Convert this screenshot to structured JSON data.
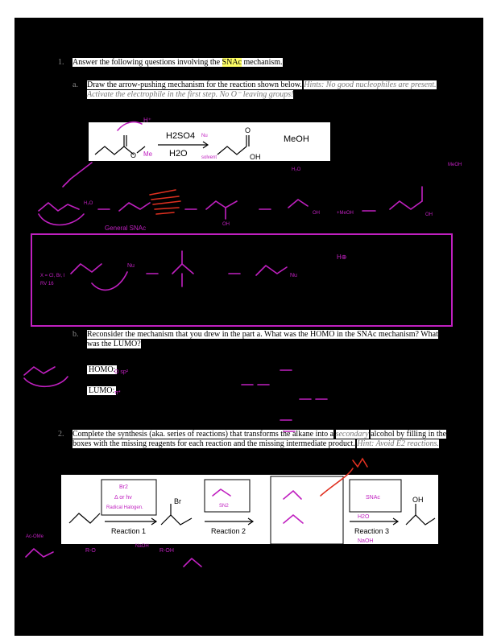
{
  "q1": {
    "number": "1.",
    "text_before": "Answer the following questions involving the ",
    "highlight": "SNAc",
    "text_after": " mechanism."
  },
  "q1a": {
    "letter": "a.",
    "text": "Draw the arrow-pushing mechanism for the reaction shown below.",
    "hint": "Hints: No good nucleophiles are present. Activate the electrophile in the first step. No O⁻ leaving groups!"
  },
  "reaction": {
    "reagent_top": "H2SO4",
    "reagent_bottom": "H2O",
    "nu_note": "Nu",
    "solvent_note": "solvent",
    "side_product": "MeOH",
    "h_plus": "H⁺",
    "me": "Me"
  },
  "mechanism": {
    "general_label": "General SNAc",
    "x_note": "X = Cl, Br, I",
    "rv_note": "RV 16",
    "meoh_note": "+MeOH",
    "meoh_note2": "MeOH",
    "nu_label": "Nu",
    "h_plus": "H⊕"
  },
  "q1b": {
    "letter": "b.",
    "text": "Reconsider the mechanism that you drew in the part a. What was the HOMO in the SNAc mechanism? What was the LUMO?",
    "homo_label": "HOMO:",
    "lumo_label": "LUMO:",
    "homo_answer": "O sp²",
    "lumo_answer": "π*"
  },
  "q2": {
    "number": "2.",
    "text": "Complete the synthesis (aka. series of reactions) that transforms the alkane into a",
    "italic_word": "secondary",
    "text2": "alcohol by filling in the boxes with the missing reagents for each reaction and the missing intermediate product.",
    "hint": "Hint: Avoid E2 reactions."
  },
  "synthesis": {
    "box1_line1": "Br2",
    "box1_line2": "Δ or hv",
    "box1_line3": "Radical Halogen.",
    "box2_note": "SN2",
    "box3_note": "SNAc",
    "box3_reagent": "H2O",
    "box3_reagent2": "NaOH",
    "reaction1": "Reaction 1",
    "reaction2": "Reaction 2",
    "reaction3": "Reaction 3",
    "br_label": "Br",
    "oh_label": "OH",
    "bottom_notes": [
      "Ac-OMe",
      "R-O",
      "NaOH",
      "R-OH"
    ]
  }
}
